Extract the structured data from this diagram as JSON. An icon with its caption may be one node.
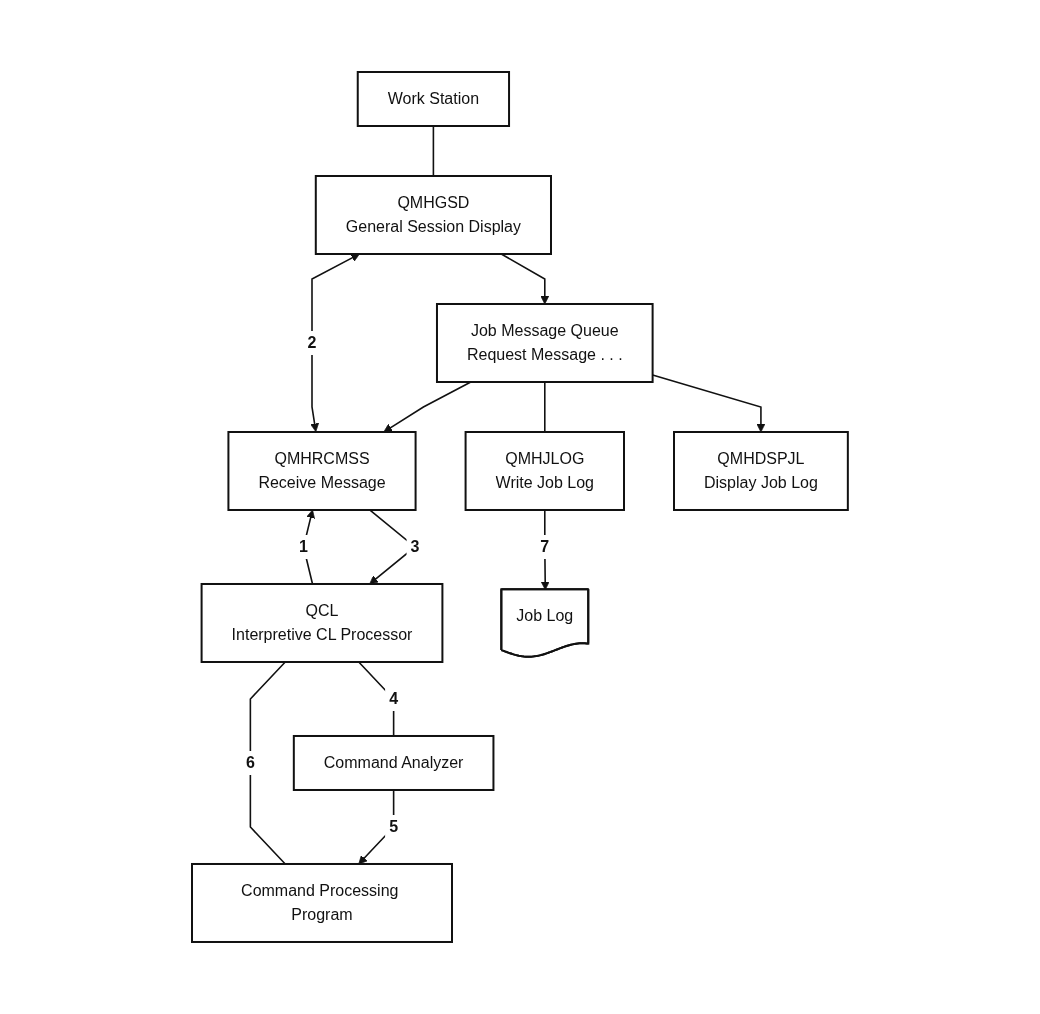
{
  "diagram": {
    "nodes": [
      {
        "text": [
          "Work Station"
        ]
      },
      {
        "text": [
          "QCL",
          "Interpretive CL Processor"
        ]
      },
      {
        "text": [
          "QMHRCMSS",
          "Receive Message"
        ]
      },
      {
        "text": [
          "QMHGSD",
          "General Session Display"
        ]
      },
      {
        "text": [
          "Command Analyzer"
        ]
      },
      {
        "text": [
          "Command Processing Program"
        ]
      },
      {
        "text": [
          "Job Message Queue",
          "Request Message . . ."
        ]
      },
      {
        "text": [
          "Job Log"
        ]
      },
      {
        "text": [
          "QMHJLOG",
          "Write Job Log"
        ]
      },
      {
        "text": [
          "QMHDSPJL",
          "Display Job Log"
        ]
      }
    ],
    "edges": [
      {
        "from": 0,
        "to": 3,
        "arrow": "none"
      },
      {
        "from": 1,
        "to": 2,
        "arrow": "to",
        "label": "1"
      },
      {
        "from": 2,
        "to": 3,
        "arrow": "both",
        "label": "2"
      },
      {
        "from": 2,
        "to": 1,
        "arrow": "to",
        "label": "3"
      },
      {
        "from": 1,
        "to": 4,
        "arrow": "none",
        "label": "4"
      },
      {
        "from": 4,
        "to": 5,
        "arrow": "to",
        "label": "5"
      },
      {
        "from": 1,
        "to": 5,
        "arrow": "none",
        "label": "6"
      },
      {
        "from": 3,
        "to": 6,
        "arrow": "to"
      },
      {
        "from": 6,
        "to": 2,
        "arrow": "to"
      },
      {
        "from": 6,
        "to": 8,
        "arrow": "none"
      },
      {
        "from": 8,
        "to": 7,
        "arrow": "to",
        "label": "7"
      },
      {
        "from": 6,
        "to": 9,
        "arrow": "to"
      }
    ]
  }
}
